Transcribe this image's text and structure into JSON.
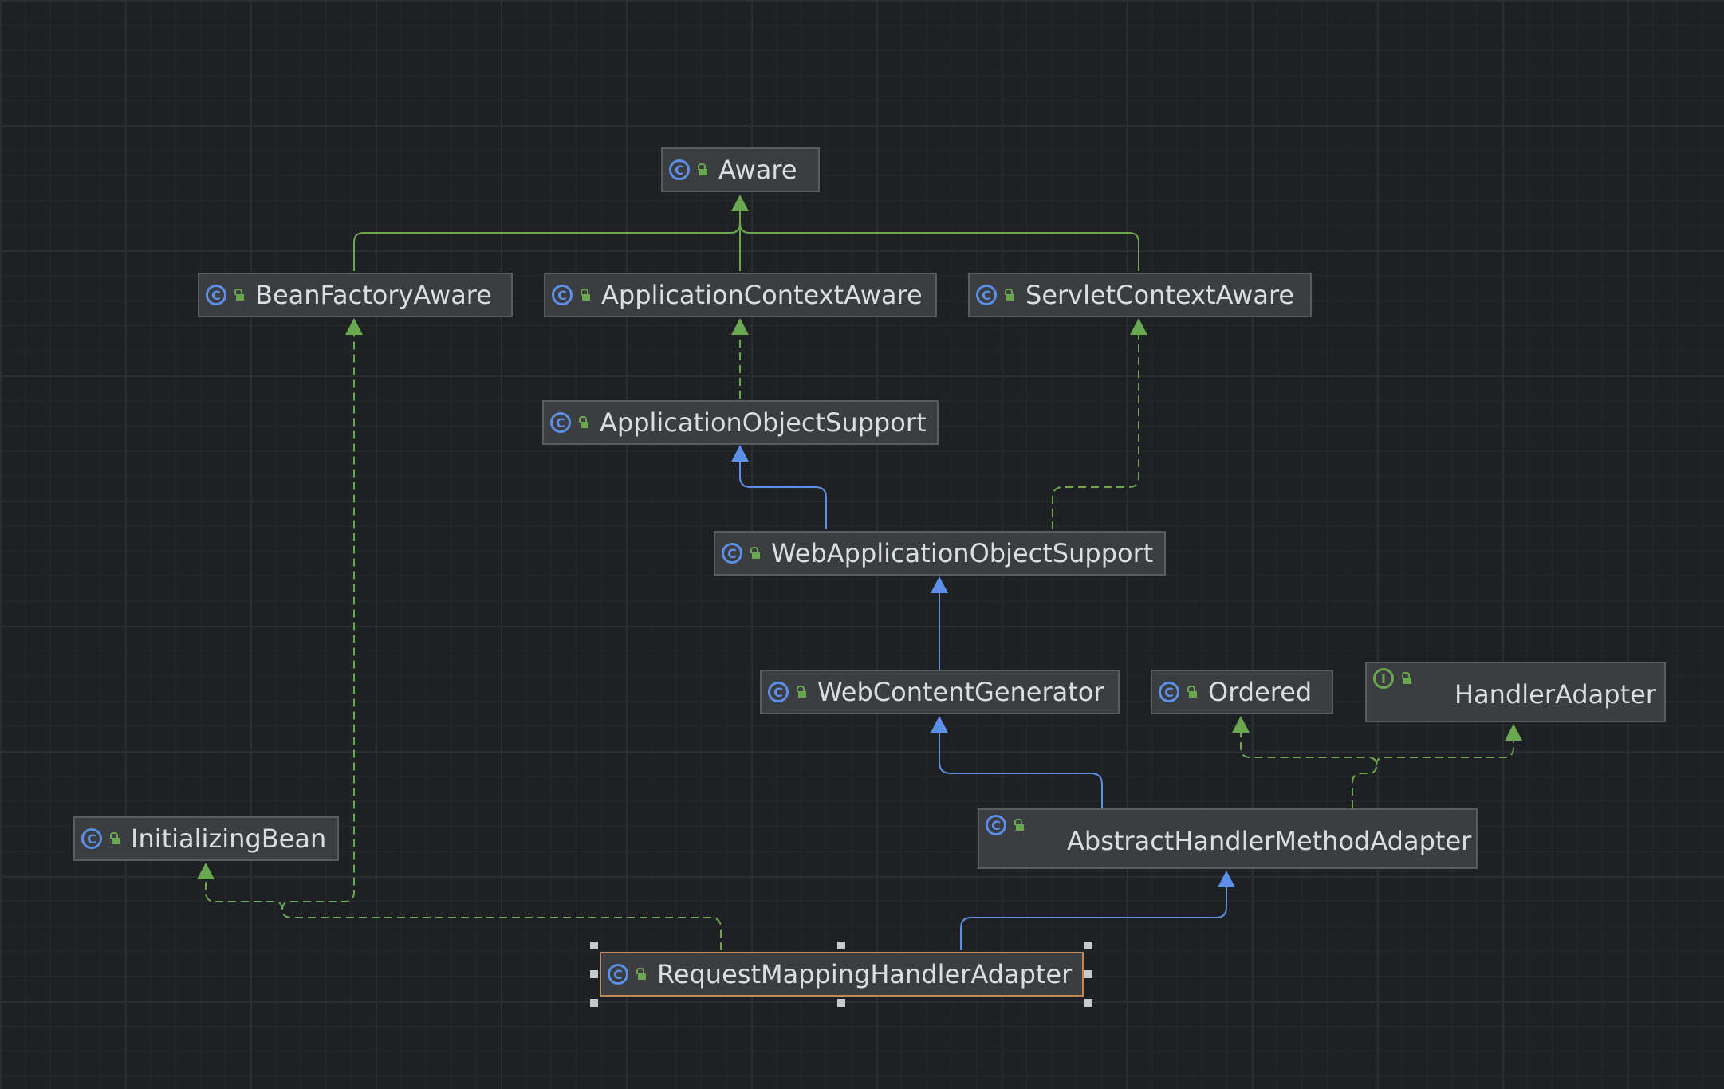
{
  "colors": {
    "background": "#1f2024",
    "node_fill": "#3c3d40",
    "node_border": "#5a5c61",
    "selected_border": "#c7874f",
    "extends_edge": "#5b8fe8",
    "implements_edge": "#6aa84f",
    "text": "#dcdde0"
  },
  "nodes": {
    "aware": {
      "label": "Aware",
      "icon": "class-icon"
    },
    "bean_factory_aware": {
      "label": "BeanFactoryAware",
      "icon": "class-icon"
    },
    "application_context_aware": {
      "label": "ApplicationContextAware",
      "icon": "class-icon"
    },
    "servlet_context_aware": {
      "label": "ServletContextAware",
      "icon": "class-icon"
    },
    "application_object_support": {
      "label": "ApplicationObjectSupport",
      "icon": "class-icon"
    },
    "web_application_object_support": {
      "label": "WebApplicationObjectSupport",
      "icon": "class-icon"
    },
    "web_content_generator": {
      "label": "WebContentGenerator",
      "icon": "class-icon"
    },
    "ordered": {
      "label": "Ordered",
      "icon": "class-icon"
    },
    "handler_adapter": {
      "label": "HandlerAdapter",
      "icon": "interface-icon"
    },
    "initializing_bean": {
      "label": "InitializingBean",
      "icon": "class-icon"
    },
    "abstract_handler_method_adapter": {
      "label": "AbstractHandlerMethodAdapter",
      "icon": "class-icon"
    },
    "request_mapping_handler_adapter": {
      "label": "RequestMappingHandlerAdapter",
      "icon": "class-icon",
      "selected": true
    }
  },
  "icon_glyphs": {
    "class": "C",
    "interface": "I"
  }
}
